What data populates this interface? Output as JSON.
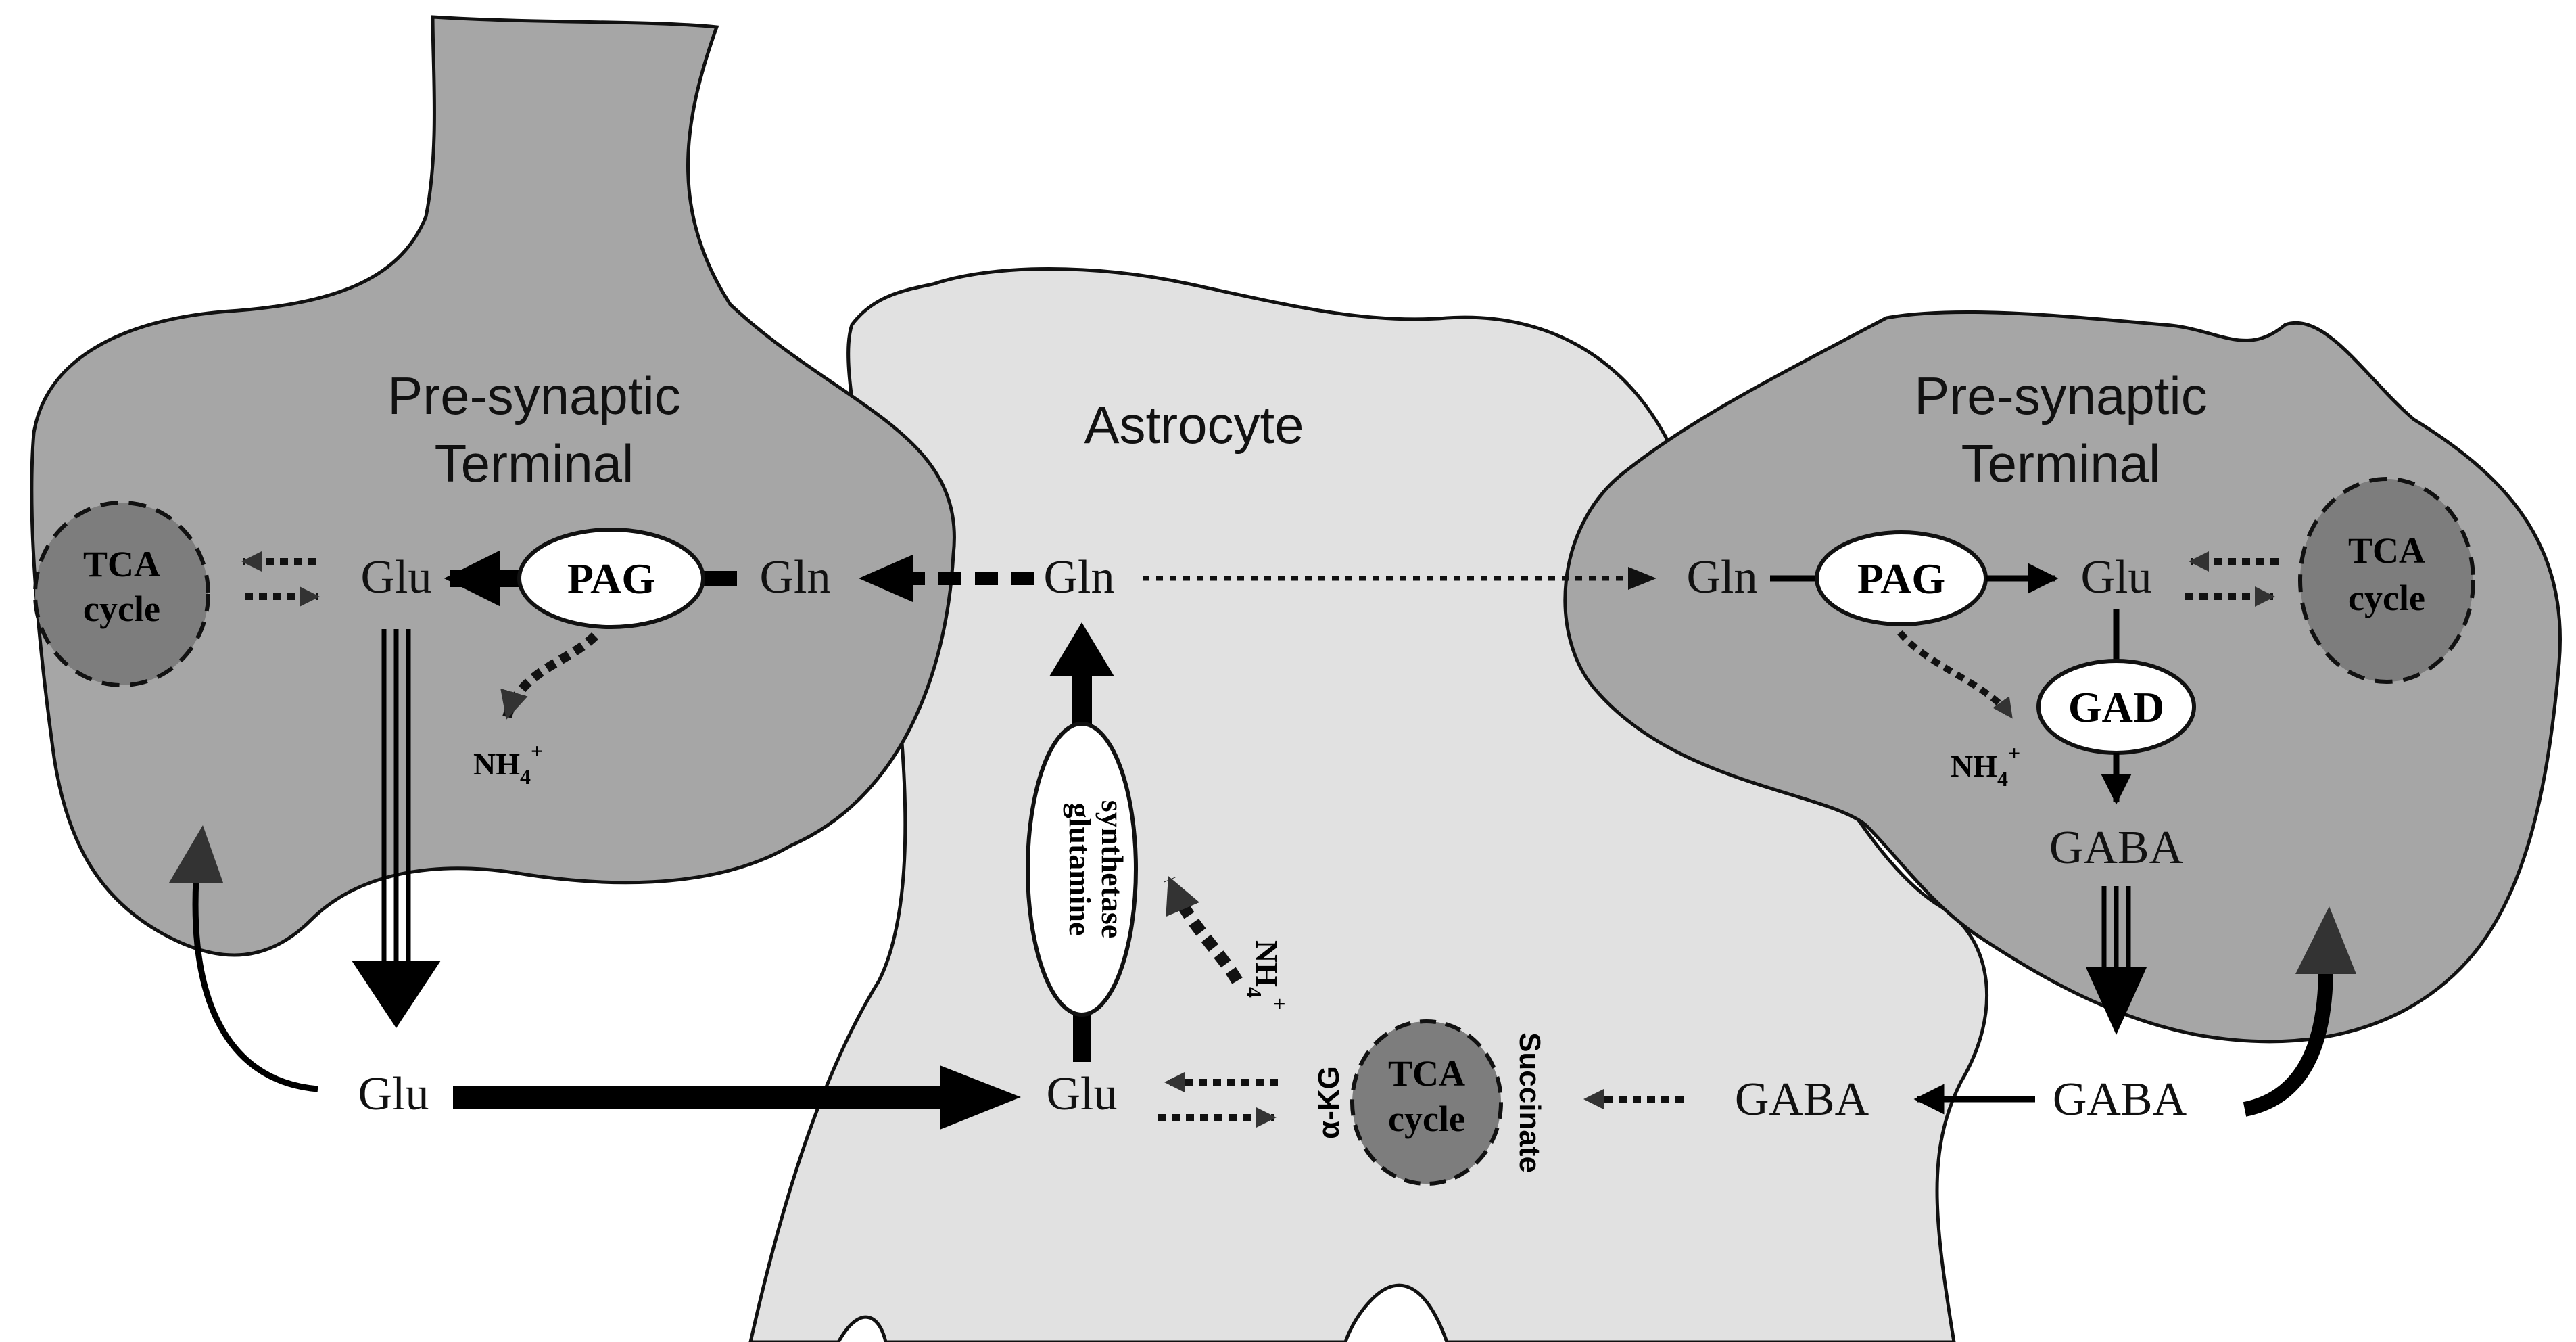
{
  "cells": {
    "left_terminal": "Pre-synaptic Terminal",
    "right_terminal": "Pre-synaptic Terminal",
    "astrocyte": "Astrocyte"
  },
  "labels": {
    "left_title_1": "Pre-synaptic",
    "left_title_2": "Terminal",
    "right_title_1": "Pre-synaptic",
    "right_title_2": "Terminal",
    "astrocyte": "Astrocyte",
    "left_tca_1": "TCA",
    "left_tca_2": "cycle",
    "right_tca_1": "TCA",
    "right_tca_2": "cycle",
    "astro_tca_1": "TCA",
    "astro_tca_2": "cycle",
    "left_glu": "Glu",
    "left_pag": "PAG",
    "left_gln": "Gln",
    "left_nh4": "NH",
    "astro_gln": "Gln",
    "right_gln": "Gln",
    "right_pag": "PAG",
    "right_glu": "Glu",
    "right_gad": "GAD",
    "right_nh4": "NH",
    "right_gaba": "GABA",
    "cleft_glu": "Glu",
    "astro_glu": "Glu",
    "gs_1": "glutamine",
    "gs_2": "synthetase",
    "astro_nh4": "NH",
    "akg": "α-KG",
    "succinate": "Succinate",
    "astro_gaba": "GABA",
    "cleft_gaba": "GABA",
    "nh4_sub": "4",
    "nh4_sup": "+"
  },
  "colors": {
    "terminal_fill": "#a6a6a6",
    "astrocyte_fill": "#e1e1e1",
    "tca_fill": "#7d7d7d",
    "enzyme_fill": "#ffffff",
    "arrow": "#000000"
  }
}
